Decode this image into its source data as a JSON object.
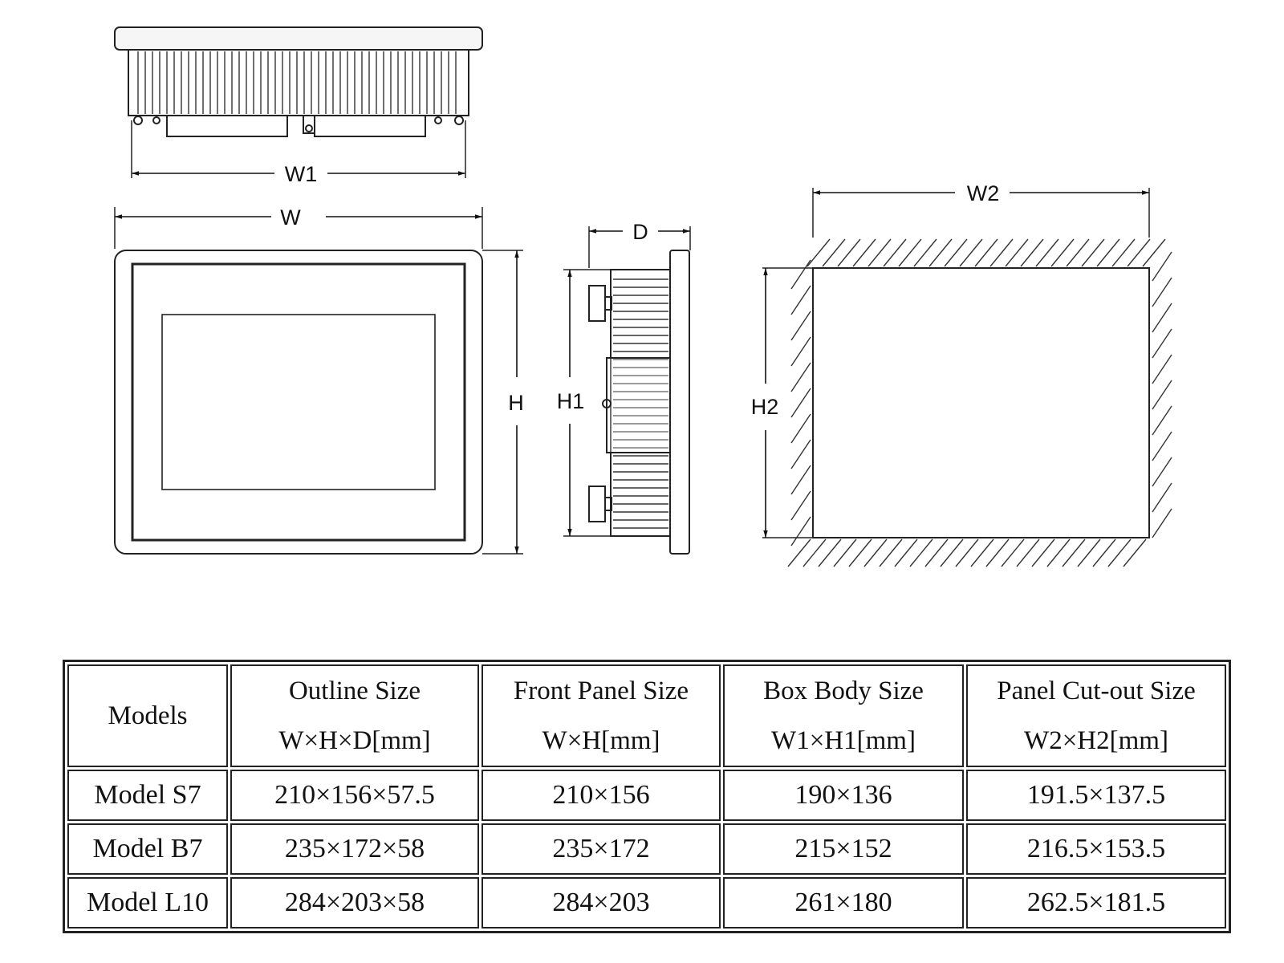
{
  "diagram": {
    "labels": {
      "w1": "W1",
      "w": "W",
      "h": "H",
      "d": "D",
      "h1": "H1",
      "w2": "W2",
      "h2": "H2"
    }
  },
  "table": {
    "headers": [
      {
        "line1": "Models",
        "line2": ""
      },
      {
        "line1": "Outline Size",
        "line2": "W×H×D[mm]"
      },
      {
        "line1": "Front Panel Size",
        "line2": "W×H[mm]"
      },
      {
        "line1": "Box Body Size",
        "line2": "W1×H1[mm]"
      },
      {
        "line1": "Panel Cut-out Size",
        "line2": "W2×H2[mm]"
      }
    ],
    "rows": [
      [
        "Model S7",
        "210×156×57.5",
        "210×156",
        "190×136",
        "191.5×137.5"
      ],
      [
        "Model B7",
        "235×172×58",
        "235×172",
        "215×152",
        "216.5×153.5"
      ],
      [
        "Model L10",
        "284×203×58",
        "284×203",
        "261×180",
        "262.5×181.5"
      ]
    ]
  }
}
